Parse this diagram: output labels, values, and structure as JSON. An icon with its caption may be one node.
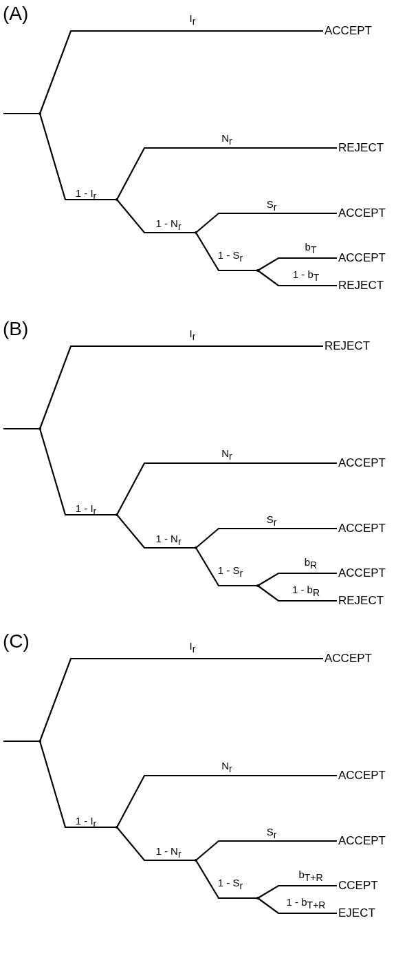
{
  "diagram": {
    "nodes": [
      {
        "text": [],
        "shape": "point"
      },
      {
        "text": [
          "ACCEPT"
        ]
      },
      {
        "text": [],
        "shape": "point"
      },
      {
        "text": [
          "REJECT"
        ]
      },
      {
        "text": [],
        "shape": "point"
      },
      {
        "text": [
          "ACCEPT"
        ]
      },
      {
        "text": [],
        "shape": "point"
      },
      {
        "text": [
          "ACCEPT"
        ]
      },
      {
        "text": [
          "REJECT"
        ]
      },
      {
        "text": [],
        "shape": "point"
      },
      {
        "text": [
          "REJECT"
        ]
      },
      {
        "text": [],
        "shape": "point"
      },
      {
        "text": [
          "ACCEPT"
        ]
      },
      {
        "text": [],
        "shape": "point"
      },
      {
        "text": [
          "ACCEPT"
        ]
      },
      {
        "text": [],
        "shape": "point"
      },
      {
        "text": [
          "ACCEPT"
        ]
      },
      {
        "text": [
          "REJECT"
        ]
      },
      {
        "text": [],
        "shape": "point"
      },
      {
        "text": [
          "ACCEPT"
        ]
      },
      {
        "text": [],
        "shape": "point"
      },
      {
        "text": [
          "ACCEPT"
        ]
      },
      {
        "text": [],
        "shape": "point"
      },
      {
        "text": [
          "ACCEPT"
        ]
      },
      {
        "text": [],
        "shape": "point"
      },
      {
        "text": [
          "CCEPT"
        ]
      },
      {
        "text": [
          "EJECT"
        ]
      }
    ],
    "edges": [
      {
        "from": null,
        "to": 0,
        "arrow": "none"
      },
      {
        "from": 0,
        "to": 1,
        "arrow": "none",
        "label": "I$_{r}$"
      },
      {
        "from": 0,
        "to": 2,
        "arrow": "none",
        "label": "1 - I$_{r}$"
      },
      {
        "from": 2,
        "to": 3,
        "arrow": "none",
        "label": "N$_{r}$"
      },
      {
        "from": 2,
        "to": 4,
        "arrow": "none",
        "label": "1 - N$_{r}$"
      },
      {
        "from": 4,
        "to": 5,
        "arrow": "none",
        "label": "S$_{r}$"
      },
      {
        "from": 4,
        "to": 6,
        "arrow": "none",
        "label": "1 - S$_{r}$"
      },
      {
        "from": 6,
        "to": 7,
        "arrow": "none",
        "label": "b$_{T}$"
      },
      {
        "from": 6,
        "to": 8,
        "arrow": "none",
        "label": "1 - b$_{T}$"
      },
      {
        "from": null,
        "to": 9,
        "arrow": "none"
      },
      {
        "from": 9,
        "to": 10,
        "arrow": "none",
        "label": "I$_{r}$"
      },
      {
        "from": 9,
        "to": 11,
        "arrow": "none",
        "label": "1 - I$_{r}$"
      },
      {
        "from": 11,
        "to": 12,
        "arrow": "none",
        "label": "N$_{r}$"
      },
      {
        "from": 11,
        "to": 13,
        "arrow": "none",
        "label": "1 - N$_{r}$"
      },
      {
        "from": 13,
        "to": 14,
        "arrow": "none",
        "label": "S$_{r}$"
      },
      {
        "from": 13,
        "to": 15,
        "arrow": "none",
        "label": "1 - S$_{r}$"
      },
      {
        "from": 15,
        "to": 16,
        "arrow": "none",
        "label": "b$_{R}$"
      },
      {
        "from": 15,
        "to": 17,
        "arrow": "none",
        "label": "1 - b$_{R}$"
      },
      {
        "from": null,
        "to": 18,
        "arrow": "none"
      },
      {
        "from": 18,
        "to": 19,
        "arrow": "none",
        "label": "I$_{r}$"
      },
      {
        "from": 18,
        "to": 20,
        "arrow": "none",
        "label": "1 - I$_{r}$"
      },
      {
        "from": 20,
        "to": 21,
        "arrow": "none",
        "label": "N$_{r}$"
      },
      {
        "from": 20,
        "to": 22,
        "arrow": "none",
        "label": "1 - N$_{r}$"
      },
      {
        "from": 22,
        "to": 23,
        "arrow": "none",
        "label": "S$_{r}$"
      },
      {
        "from": 22,
        "to": 24,
        "arrow": "none",
        "label": "1 - S$_{r}$"
      },
      {
        "from": 24,
        "to": 25,
        "arrow": "none",
        "label": "b$_{T+R}$"
      },
      {
        "from": 24,
        "to": 26,
        "arrow": "none",
        "label": "1 - b$_{T+R}$"
      }
    ],
    "labels": [
      "(A)",
      "(B)",
      "(C)"
    ]
  }
}
